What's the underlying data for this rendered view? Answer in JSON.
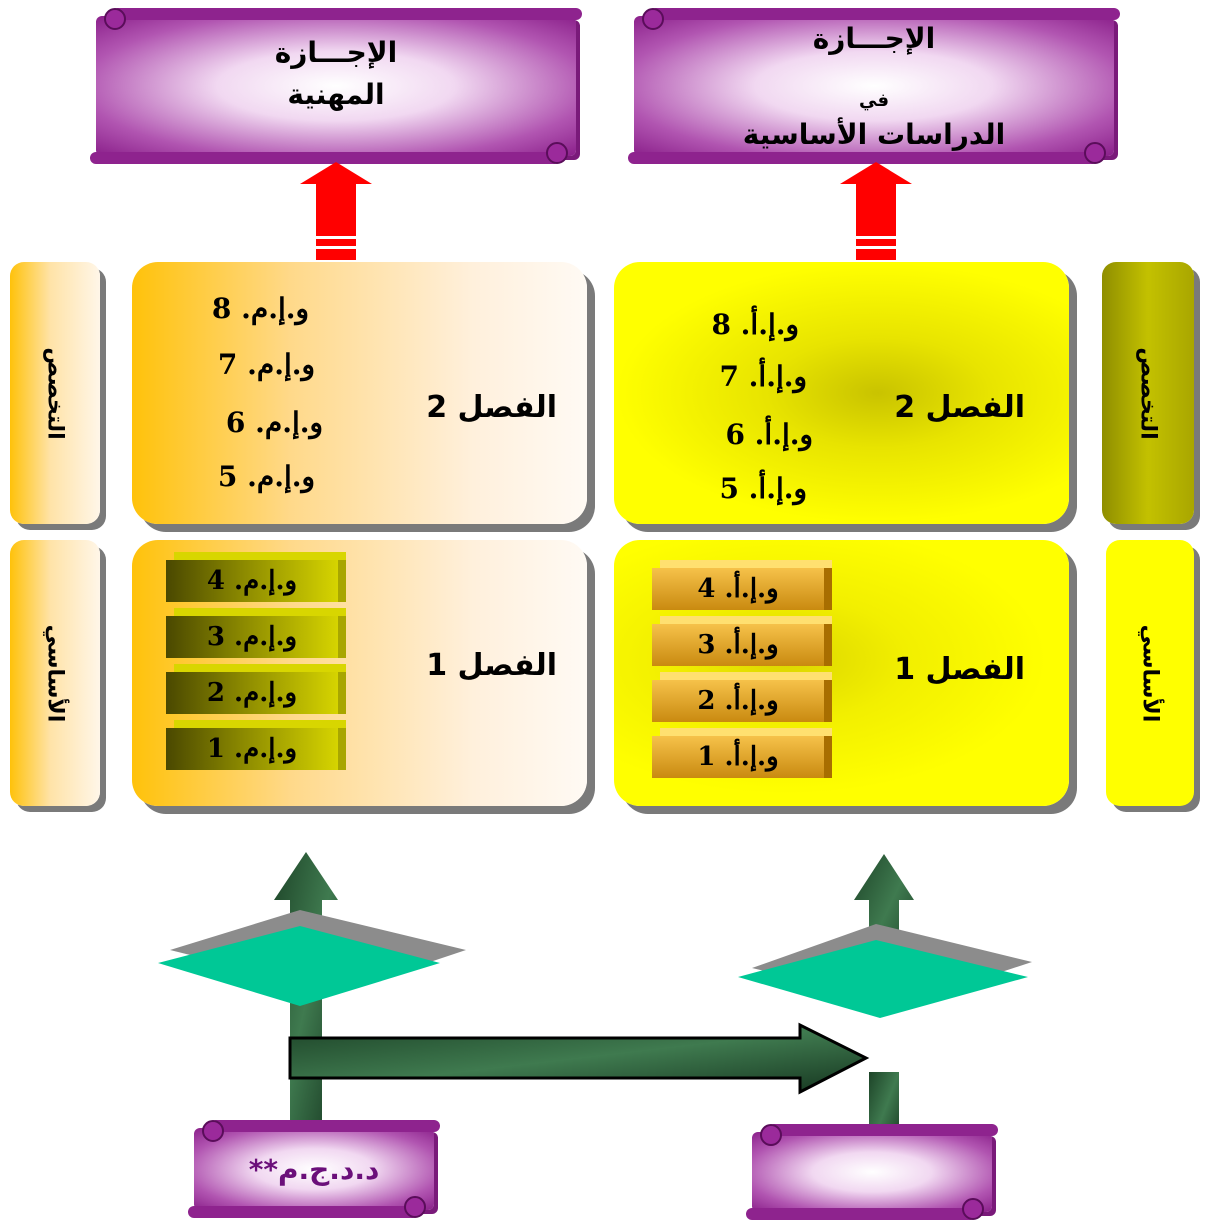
{
  "diploma_right": {
    "line1": "الإجـــازة",
    "line2": "في",
    "line3": "الدراسات الأساسية"
  },
  "diploma_left": {
    "line1": "الإجـــازة",
    "line2": "المهنية"
  },
  "side_tabs": {
    "left_top": "التخصص",
    "left_bottom": "الأساسي",
    "right_top": "التخصص",
    "right_bottom": "الأساسي"
  },
  "left_panel": {
    "semester2": "الفصل 2",
    "semester1": "الفصل 1",
    "modules_top": [
      "و.إ.م. 8",
      "و.إ.م. 7",
      "و.إ.م. 6",
      "و.إ.م. 5"
    ],
    "modules_bottom": [
      "و.إ.م. 4",
      "و.إ.م. 3",
      "و.إ.م. 2",
      "و.إ.م. 1"
    ]
  },
  "right_panel": {
    "semester2": "الفصل 2",
    "semester1": "الفصل 1",
    "modules_top": [
      "و.إ.أ. 8",
      "و.إ.أ. 7",
      "و.إ.أ. 6",
      "و.إ.أ. 5"
    ],
    "modules_bottom": [
      "و.إ.أ. 4",
      "و.إ.أ. 3",
      "و.إ.أ. 2",
      "و.إ.أ. 1"
    ]
  },
  "bottom_left_label": "د.د.ج.م**",
  "bottom_right_label": "",
  "colors": {
    "purple": "#8e238e",
    "orange": "#ffc20a",
    "yellow": "#ffff00",
    "red_arrow": "#ff0000",
    "green_arrow": "#1f4a2e",
    "teal_diamond": "#00c896"
  }
}
